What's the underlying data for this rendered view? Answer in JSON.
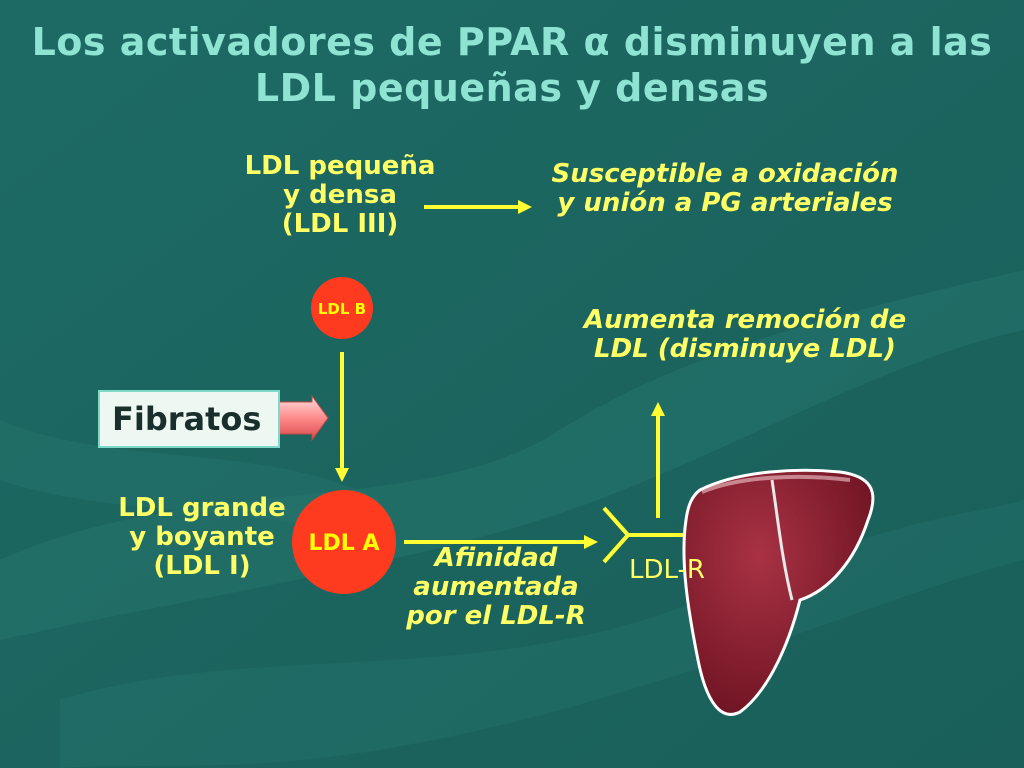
{
  "slide": {
    "title_line1": "Los activadores de PPAR α disminuyen a las",
    "title_line2": "LDL pequeñas y densas"
  },
  "nodes": {
    "ldl_small": {
      "line1": "LDL pequeña",
      "line2": "y densa",
      "line3": "(LDL III)",
      "circle_label": "LDL B"
    },
    "ldl_large": {
      "line1": "LDL grande",
      "line2": "y boyante",
      "line3": "(LDL I)",
      "circle_label": "LDL A"
    },
    "oxidation": {
      "line1": "Susceptible a oxidación",
      "line2": "y unión a PG arteriales"
    },
    "removal": {
      "line1": "Aumenta remoción de",
      "line2": "LDL (disminuye LDL)"
    },
    "affinity": {
      "line1": "Afinidad",
      "line2": "aumentada",
      "line3": "por el LDL-R"
    },
    "receptor": {
      "label": "LDL-R"
    },
    "fibratos": {
      "label": "Fibratos"
    }
  },
  "colors": {
    "background": "#1f6b66",
    "title": "#8fe3d2",
    "text": "#ffff66",
    "arrow": "#ffff33",
    "circle": "#ff3b1f",
    "liver": "#8a1c2c"
  }
}
